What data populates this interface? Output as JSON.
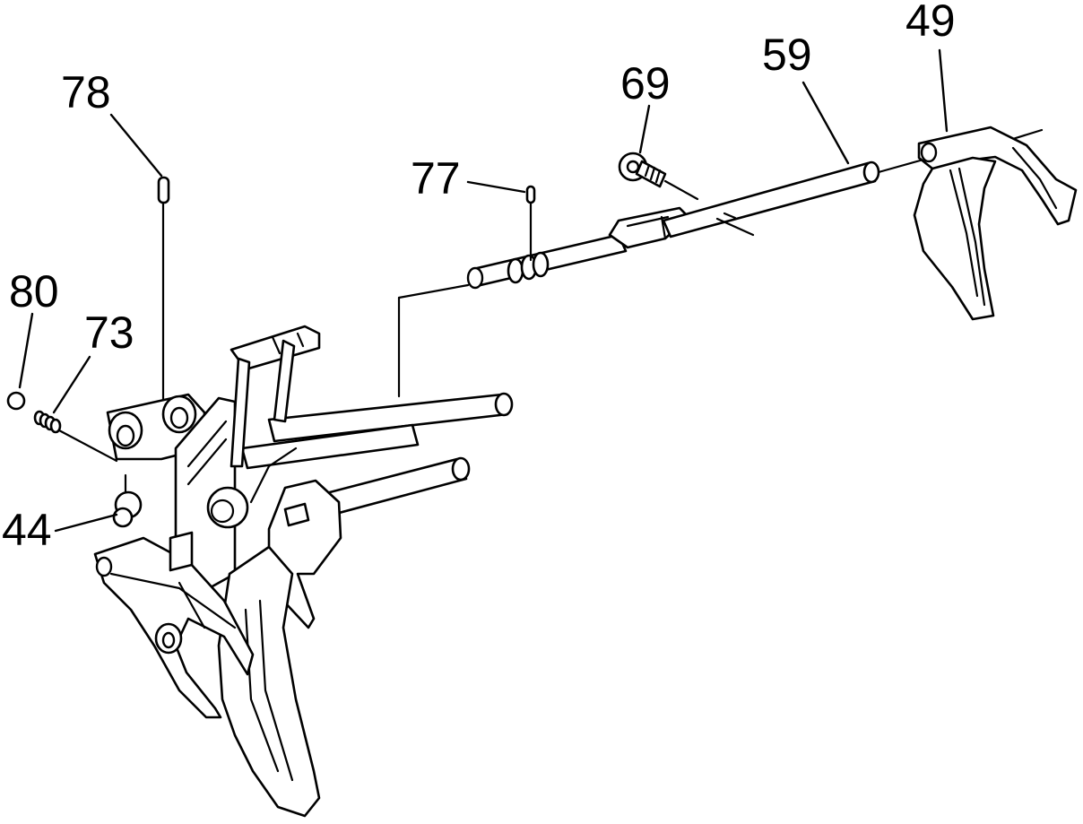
{
  "diagram": {
    "callouts": [
      {
        "id": "80",
        "text": "80"
      },
      {
        "id": "73",
        "text": "73"
      },
      {
        "id": "44",
        "text": "44"
      },
      {
        "id": "78",
        "text": "78"
      },
      {
        "id": "77",
        "text": "77"
      },
      {
        "id": "69",
        "text": "69"
      },
      {
        "id": "59",
        "text": "59"
      },
      {
        "id": "49",
        "text": "49"
      }
    ],
    "parts": [
      {
        "callout": "80",
        "part": "detent-ball"
      },
      {
        "callout": "73",
        "part": "detent-spring"
      },
      {
        "callout": "44",
        "part": "interlock-pin"
      },
      {
        "callout": "78",
        "part": "roll-pin"
      },
      {
        "callout": "77",
        "part": "roll-pin"
      },
      {
        "callout": "69",
        "part": "bolt"
      },
      {
        "callout": "59",
        "part": "shift-rail"
      },
      {
        "callout": "49",
        "part": "shift-fork"
      }
    ]
  }
}
